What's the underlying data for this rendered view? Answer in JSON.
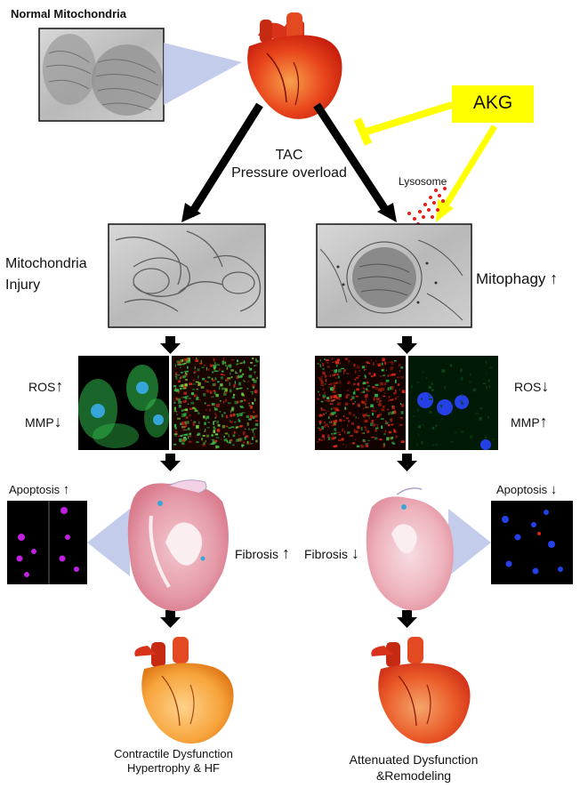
{
  "labels": {
    "normal_mito": "Normal Mitochondria",
    "akg": "AKG",
    "tac_line1": "TAC",
    "tac_line2": "Pressure overload",
    "lysosome": "Lysosome",
    "mito_injury_line1": "Mitochondria",
    "mito_injury_line2": "Injury",
    "mitophagy": "Mitophagy",
    "ros": "ROS",
    "mmp": "MMP",
    "apoptosis": "Apoptosis",
    "fibrosis": "Fibrosis",
    "outcome_left_line1": "Contractile Dysfunction",
    "outcome_left_line2": "Hypertrophy & HF",
    "outcome_right_line1": "Attenuated Dysfunction",
    "outcome_right_line2": "&Remodeling"
  },
  "indicators": {
    "up": "↑",
    "down": "↓"
  },
  "colors": {
    "akg_fill": "#ffff00",
    "inhibitor": "#ffff00",
    "arrow": "#000000",
    "heart_red": "#e8351a",
    "heart_orange": "#f6a13a",
    "lysosome_dot": "#e0201c",
    "triangle": "#b8c3e6",
    "fluo_green": "#2fb84a",
    "fluo_red": "#d62a12",
    "nucleus_blue": "#2540e6",
    "nucleus_magenta": "#c020e0"
  }
}
